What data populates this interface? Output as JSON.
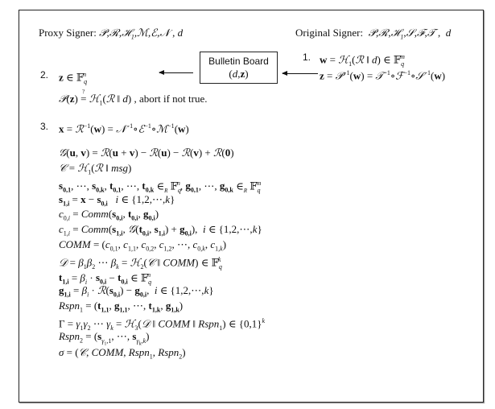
{
  "header": {
    "proxy_signer": "Proxy Signer: 𝒫,ℛ,ℋ₁,ℳ,ℰ,𝒩 , d",
    "original_signer": "Original Signer:  𝒫,ℛ,ℋ₁,𝒮,ℱ,𝒯 , d"
  },
  "bulletin_board": {
    "title": "Bulletin Board",
    "content": "(d, z)"
  },
  "original_steps": {
    "step1_number": "1.",
    "step1_line1": "w = ℋ₁(ℛ ‖ d) ∈ 𝔽_q^m",
    "step1_line2": "z = 𝒫⁻¹(w) = 𝒯⁻¹∘ℱ⁻¹∘𝒮⁻¹(w)"
  },
  "proxy_steps": {
    "step2_number": "2.",
    "step2_line1": "z ∈ 𝔽_q^n",
    "step2_line2": "𝒫(z) ≟ ℋ₁(ℛ ‖ d) , abort if not true.",
    "step3_number": "3.",
    "step3_line1": "x = ℛ⁻¹(w) = 𝒩⁻¹∘ℰ⁻¹∘ℳ⁻¹(w)"
  },
  "equations": [
    "𝒢(u, v) = ℛ(u + v) − ℛ(u) − ℛ(v) + ℛ(0)",
    "𝒞 = ℋ₁(ℛ ‖ msg)",
    "s₀,₁, ⋯, s₀,ₖ, t₀,₁, ⋯, t₀,ₖ ∈_R 𝔽_q^n, g₀,₁, ⋯, g₀,ₖ ∈_R 𝔽_q^m",
    "s₁,ᵢ = x − s₀,ᵢ   i ∈ {1,2,⋯,k}",
    "c₀,ᵢ = Comm(s₀,ᵢ, t₀,ᵢ, g₀,ᵢ)",
    "c₁,ᵢ = Comm(s₁,ᵢ, 𝒢(t₀,ᵢ, s₁,ᵢ) + g₀,ᵢ),  i ∈ {1,2,⋯,k}",
    "COMM = (c₀,₁, c₁,₁, c₀,₂, c₁,₂, ⋯, c₀,ₖ, c₁,ₖ)",
    "𝒟 = β₁β₂⋯βₖ = ℋ₂(𝒞 ‖ COMM) ∈ 𝔽_q^k",
    "t₁,ᵢ = βᵢ · s₀,ᵢ − t₀,ᵢ ∈ 𝔽_q^n",
    "g₁,ᵢ = βᵢ · ℛ(s₀,ᵢ) − g₀,ᵢ,  i ∈ {1,2,⋯,k}",
    "Rspn₁ = (t₁,₁, g₁,₁, ⋯, t₁,ₖ, g₁,ₖ)",
    "Γ = γ₁γ₂⋯γₖ = ℋ₃(𝒟 ‖ COMM ‖ Rspn₁) ∈ {0,1}^k",
    "Rspn₂ = (s_γ₁,₁, ⋯, s_γₖ,ₖ)",
    "σ = (𝒞, COMM, Rspn₁, Rspn₂)"
  ]
}
